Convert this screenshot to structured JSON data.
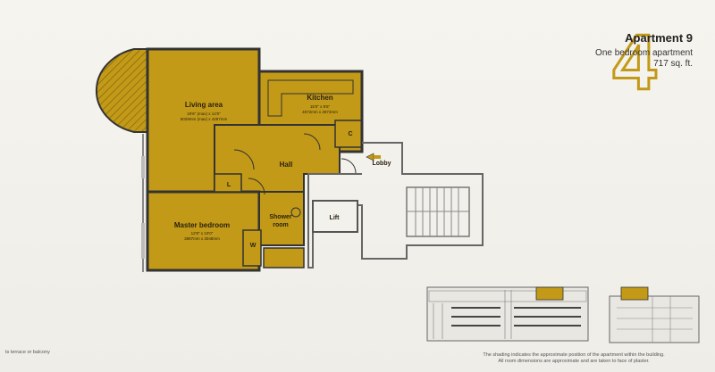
{
  "apartment": {
    "number": "4",
    "title": "Apartment 9",
    "type": "One bedroom apartment",
    "area": "717 sq. ft."
  },
  "rooms": {
    "living": {
      "name": "Living area",
      "imperial": "19'6\" (max) x 14'0\"",
      "metric": "6029mm (max) x 4287mm"
    },
    "kitchen": {
      "name": "Kitchen",
      "imperial": "15'0\" x 9'5\"",
      "metric": "4572mm x 2872mm"
    },
    "hall": {
      "name": "Hall"
    },
    "bedroom": {
      "name": "Master bedroom",
      "imperial": "12'8\" x 10'0\"",
      "metric": "3897mm x 3048mm"
    },
    "shower": {
      "line1": "Shower",
      "line2": "room"
    },
    "lobby": {
      "name": "Lobby"
    },
    "lift": {
      "name": "Lift"
    },
    "cupboard": {
      "name": "C"
    },
    "linen": {
      "name": "L"
    },
    "wardrobe": {
      "name": "W"
    }
  },
  "footnotes": {
    "left": "ts terrace or balcony",
    "right_line1": "The shading indicates the approximate position of the apartment within the building.",
    "right_line2": "All room dimensions are approximate and are taken to face of plaster."
  },
  "colors": {
    "fill": "#c29a17",
    "wall": "#3a3a3a",
    "paper": "#f3f1ec"
  }
}
